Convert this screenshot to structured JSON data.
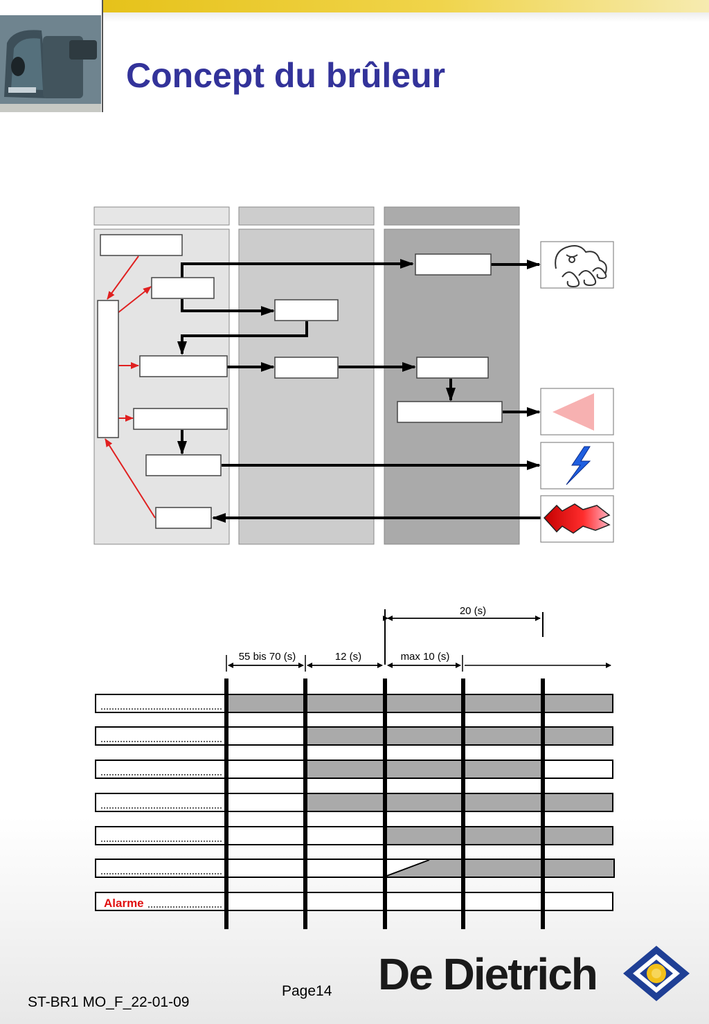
{
  "header": {
    "title": "Concept du brûleur"
  },
  "icons": {
    "photo": "burner-photo",
    "phase_icons": [
      "motor-wind-icon",
      "valve-triangle-icon",
      "ignition-spark-icon",
      "flame-icon"
    ]
  },
  "timing": {
    "total_label": "20 (s)",
    "intervals": [
      "55 bis 70 (s)",
      "12 (s)",
      "max 10 (s)"
    ],
    "row_labels": [
      "",
      "",
      "",
      "",
      "",
      "",
      "Alarme"
    ]
  },
  "footer": {
    "doc_code": "ST-BR1 MO_F_22-01-09",
    "page": "Page14",
    "brand": "De Dietrich"
  },
  "colors": {
    "title": "#33339a",
    "accent_bar": "#e6c21a",
    "panel_light": "#e4e4e4",
    "panel_mid": "#cccccc",
    "panel_dark": "#aaaaaa",
    "control_arrow": "#e02020",
    "alarm_text": "#e01010",
    "brand_blue": "#1f3f95",
    "brand_yellow": "#f2c01a"
  }
}
